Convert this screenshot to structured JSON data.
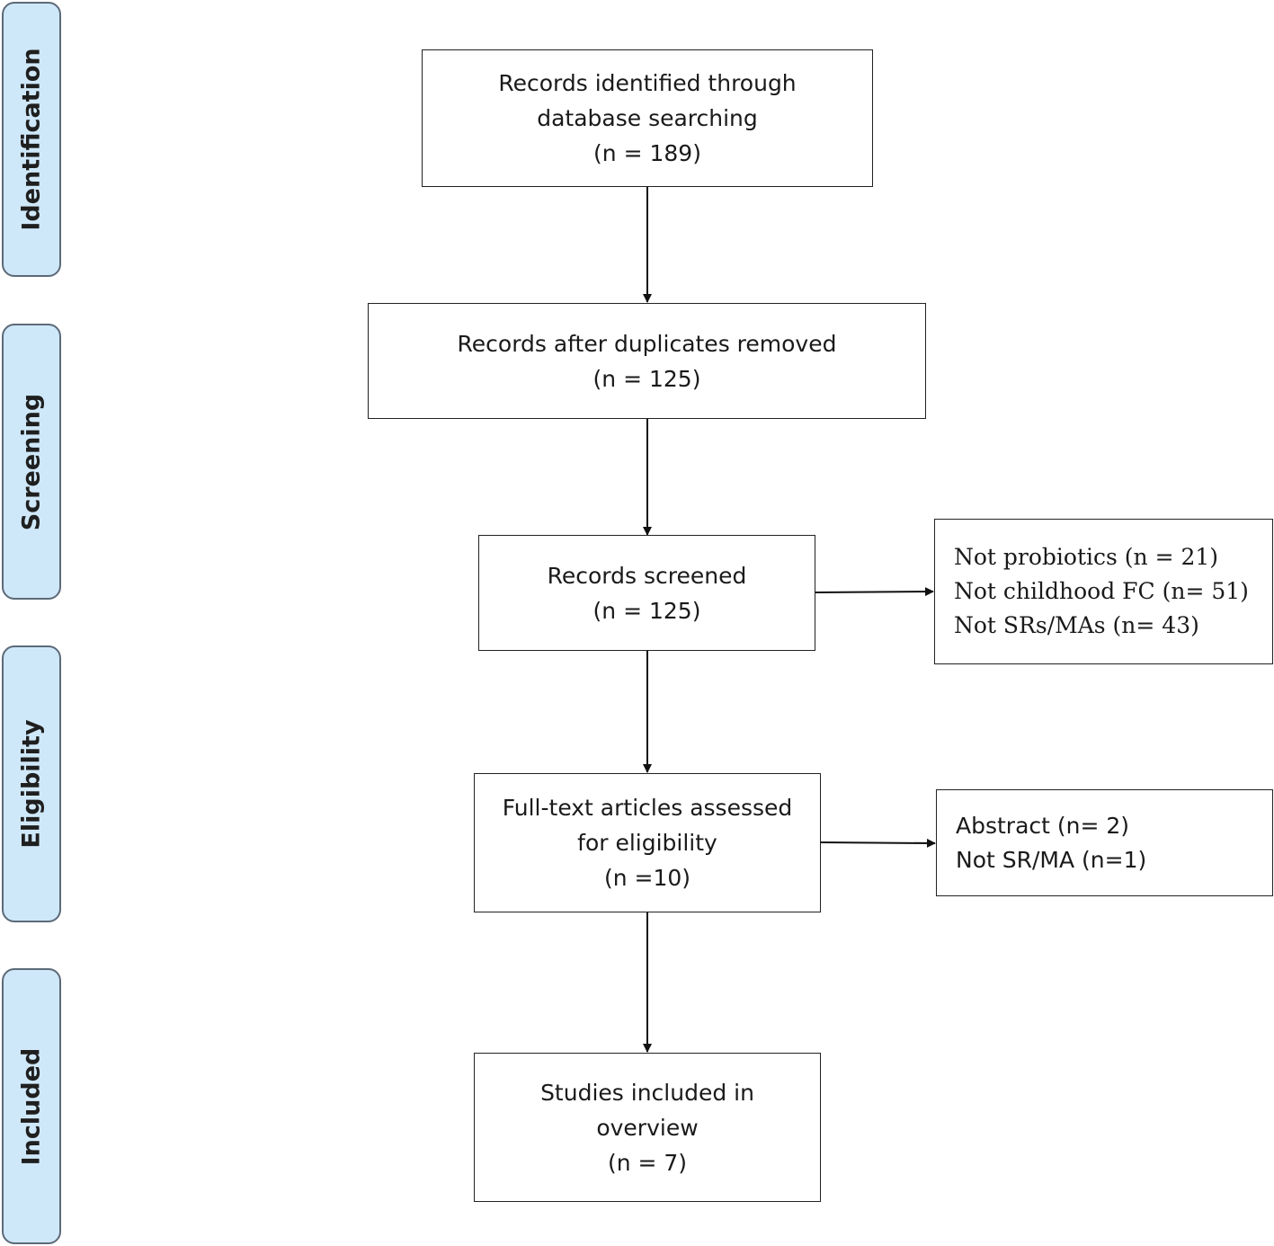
{
  "phases": {
    "identification": "Identification",
    "screening": "Screening",
    "eligibility": "Eligibility",
    "included": "Included"
  },
  "boxes": {
    "identified": [
      "Records identified through",
      "database searching",
      "(n = 189)"
    ],
    "deduplicated": [
      "Records after duplicates removed",
      "(n = 125)"
    ],
    "screened": [
      "Records screened",
      "(n = 125)"
    ],
    "fulltext": [
      "Full-text articles assessed",
      "for eligibility",
      "(n =10)"
    ],
    "included": [
      "Studies included in",
      "overview",
      "(n = 7)"
    ]
  },
  "exclusions": {
    "screening": [
      "Not probiotics (n = 21)",
      "Not childhood FC (n= 51)",
      "Not SRs/MAs (n= 43)"
    ],
    "eligibility": [
      "Abstract (n= 2)",
      "Not SR/MA (n=1)"
    ]
  }
}
